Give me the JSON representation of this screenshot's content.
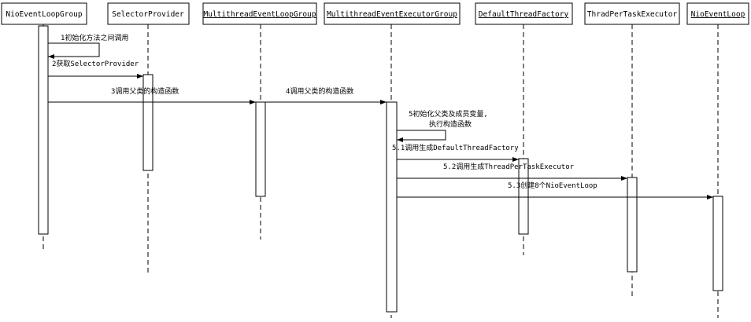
{
  "participants": [
    {
      "id": "p1",
      "label": "NioEventLoopGroup",
      "underline": false
    },
    {
      "id": "p2",
      "label": "SelectorProvider",
      "underline": false
    },
    {
      "id": "p3",
      "label": "MultithreadEventLoopGroup",
      "underline": true
    },
    {
      "id": "p4",
      "label": "MultithreadEventExecutorGroup",
      "underline": true
    },
    {
      "id": "p5",
      "label": "DefaultThreadFactory",
      "underline": true
    },
    {
      "id": "p6",
      "label": "ThradPerTaskExecutor",
      "underline": false
    },
    {
      "id": "p7",
      "label": "NioEventLoop",
      "underline": true
    }
  ],
  "messages": [
    {
      "id": "m1",
      "label": "1初始化方法之间调用",
      "from": "p1",
      "to": "p1",
      "self": true
    },
    {
      "id": "m2",
      "label": "2获取SelectorProvider",
      "from": "p1",
      "to": "p2"
    },
    {
      "id": "m3",
      "label": "3调用父类的构造函数",
      "from": "p1",
      "to": "p3"
    },
    {
      "id": "m4",
      "label": "4调用父类的构造函数",
      "from": "p3",
      "to": "p4"
    },
    {
      "id": "m5",
      "label": [
        "5初始化父类及成员变量,",
        "执行构造函数"
      ],
      "from": "p4",
      "to": "p4",
      "self": true
    },
    {
      "id": "m51",
      "label": "5.1调用生成DefaultThreadFactory",
      "from": "p4",
      "to": "p5"
    },
    {
      "id": "m52",
      "label": "5.2调用生成ThreadPerTaskExecutor",
      "from": "p4",
      "to": "p6"
    },
    {
      "id": "m53",
      "label": "5.3创建8个NioEventLoop",
      "from": "p4",
      "to": "p7"
    }
  ],
  "colors": {
    "line": "#000000",
    "background": "#ffffff"
  }
}
